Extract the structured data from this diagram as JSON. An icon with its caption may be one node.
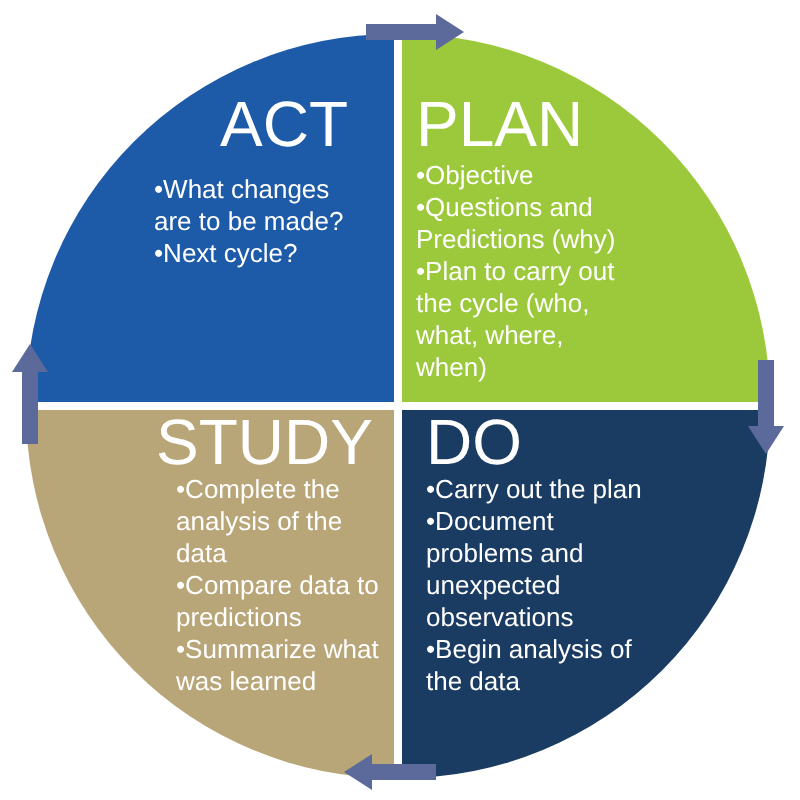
{
  "diagram": {
    "nodes": [
      {
        "text": [
          "ACT",
          "•What changes are to be made?",
          "•Next cycle?"
        ]
      },
      {
        "text": [
          "PLAN",
          "•Objective",
          "•Questions and Predictions (why)",
          "•Plan to carry out the cycle (who, what, where, when)"
        ]
      },
      {
        "text": [
          "STUDY",
          "•Complete the analysis of the data",
          "•Compare data to predictions",
          "•Summarize what was learned"
        ]
      },
      {
        "text": [
          "DO",
          "•Carry out the plan",
          "•Document problems and unexpected observations",
          "•Begin analysis of the data"
        ]
      }
    ],
    "edges": [
      {
        "from": 0,
        "to": 1,
        "arrow": "to"
      },
      {
        "from": 1,
        "to": 3,
        "arrow": "to"
      },
      {
        "from": 3,
        "to": 2,
        "arrow": "to"
      },
      {
        "from": 2,
        "to": 0,
        "arrow": "to"
      }
    ]
  }
}
